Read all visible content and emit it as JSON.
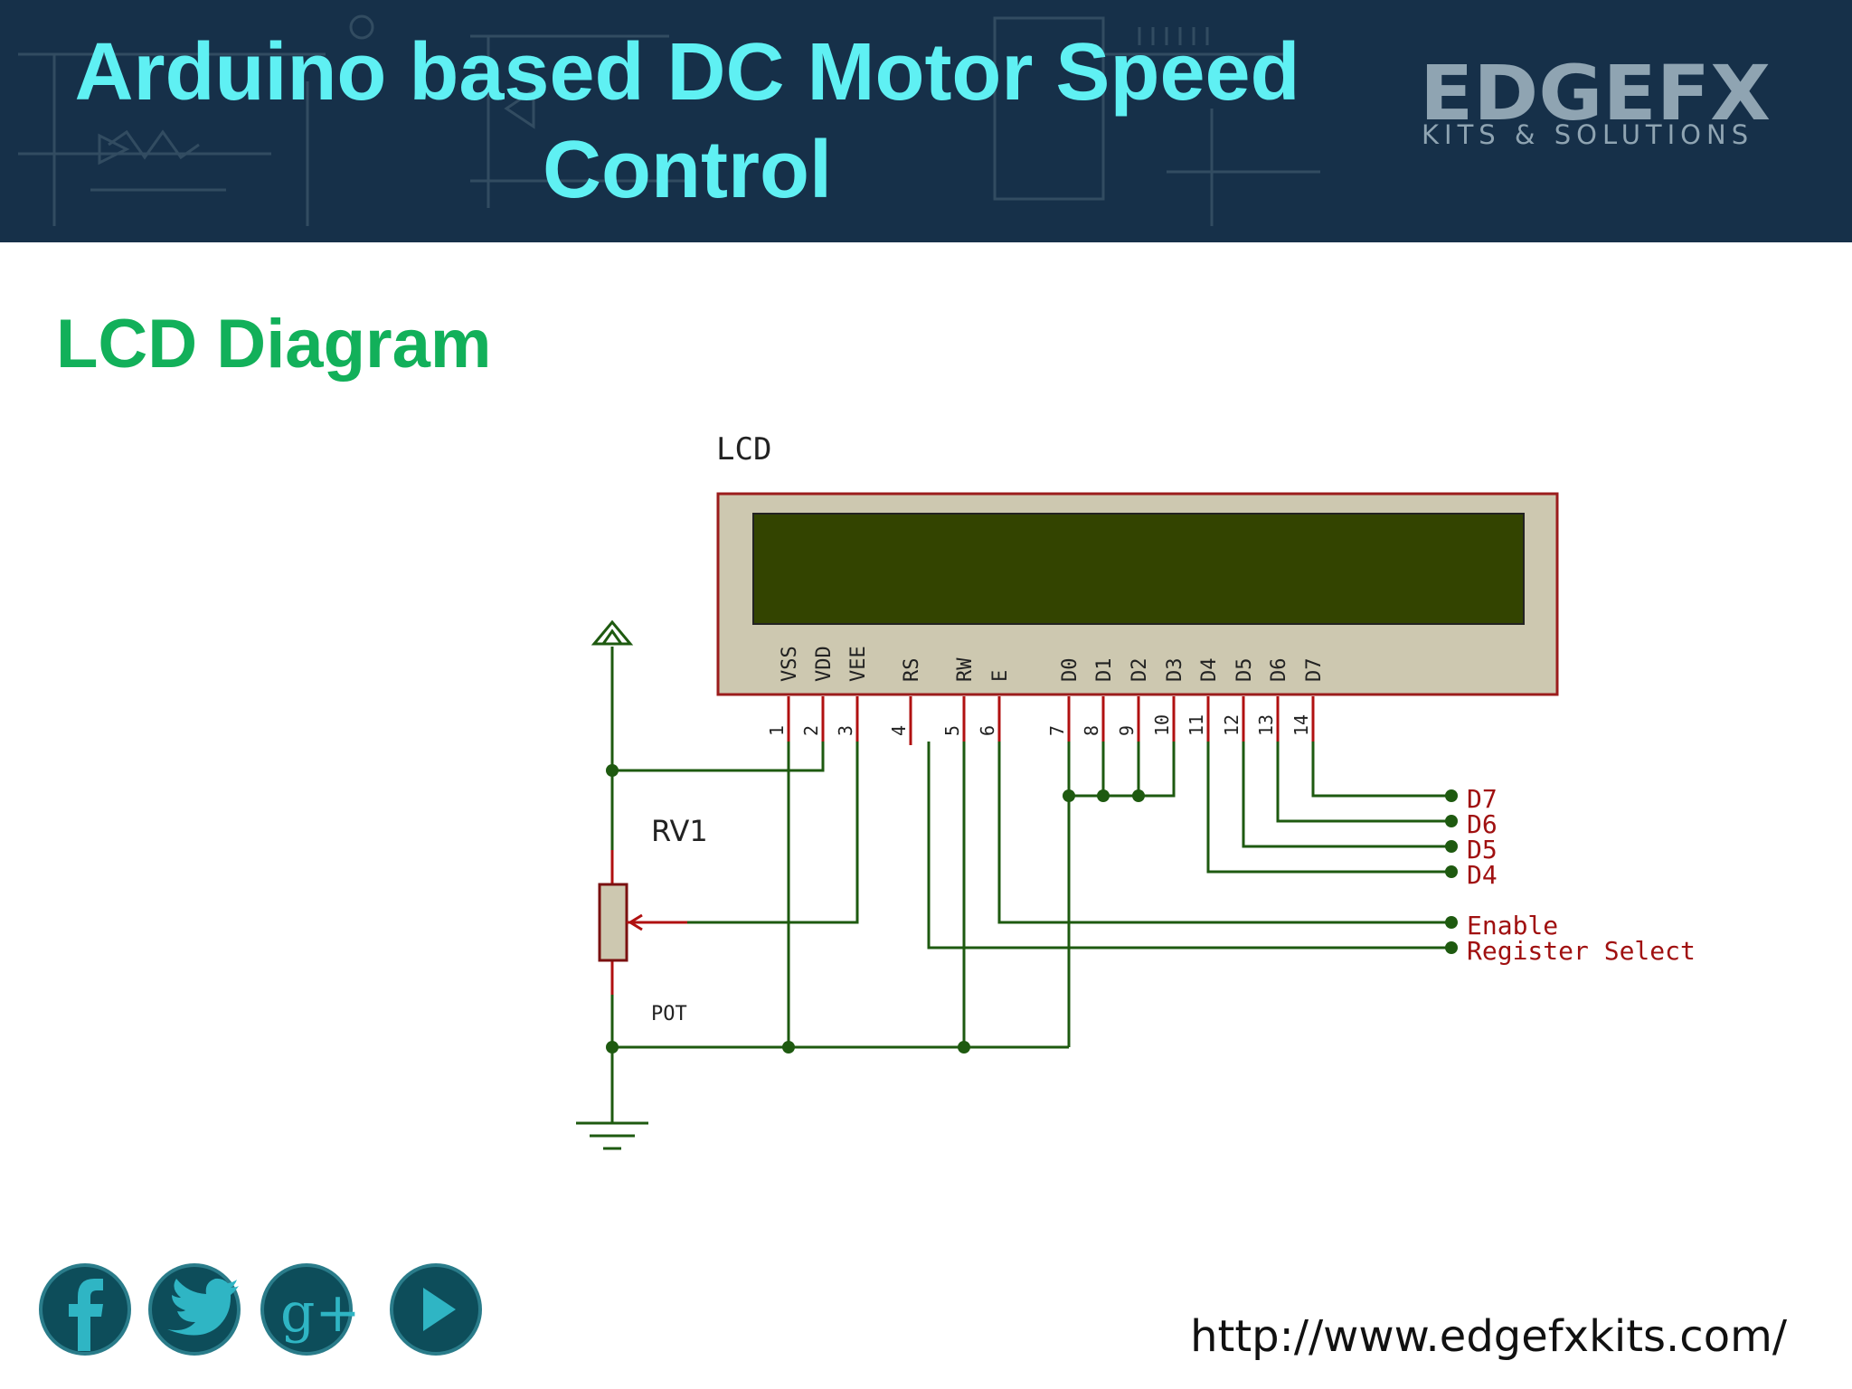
{
  "header": {
    "title_line1": "Arduino based DC Motor Speed",
    "title_line2": "Control",
    "logo_main": "EDGEFX",
    "logo_sub": "KITS & SOLUTIONS",
    "bg_color": "#163049",
    "title_color": "#5ff0f3"
  },
  "subtitle": "LCD Diagram",
  "diagram": {
    "lcd_label": "LCD",
    "pot_name": "RV1",
    "pot_type": "POT",
    "pin_names": [
      "VSS",
      "VDD",
      "VEE",
      "RS",
      "RW",
      "E",
      "D0",
      "D1",
      "D2",
      "D3",
      "D4",
      "D5",
      "D6",
      "D7"
    ],
    "pin_numbers": [
      "1",
      "2",
      "3",
      "4",
      "5",
      "6",
      "7",
      "8",
      "9",
      "10",
      "11",
      "12",
      "13",
      "14"
    ],
    "outputs": [
      "D7",
      "D6",
      "D5",
      "D4",
      "Enable",
      "Register Select"
    ],
    "colors": {
      "lcd_body": "#cdc8b0",
      "lcd_screen": "#334400",
      "wire": "#1e5a10",
      "pin": "#b01010",
      "label": "#a01010"
    }
  },
  "social": {
    "icons": [
      "facebook-icon",
      "twitter-icon",
      "google-plus-icon",
      "youtube-play-icon"
    ],
    "gplus_text": "g+"
  },
  "footer_url": "http://www.edgefxkits.com/"
}
